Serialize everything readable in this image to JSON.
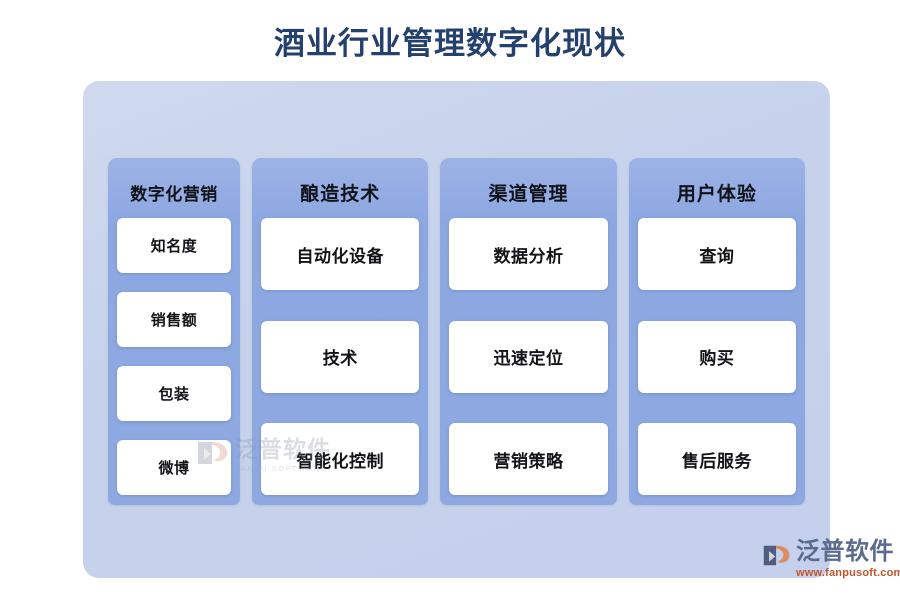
{
  "title": "酒业行业管理数字化现状",
  "colors": {
    "title_text": "#24406E",
    "outer_panel": "#C6D2EC",
    "column_panel": "#8FA9E0",
    "card_background": "#FFFFFF",
    "card_text": "#131417",
    "logo_text": "#5B6A8F",
    "logo_url": "#C0562E"
  },
  "columns": [
    {
      "header": "数字化营销",
      "items": [
        "知名度",
        "销售额",
        "包装",
        "微博"
      ]
    },
    {
      "header": "酿造技术",
      "items": [
        "自动化设备",
        "技术",
        "智能化控制"
      ]
    },
    {
      "header": "渠道管理",
      "items": [
        "数据分析",
        "迅速定位",
        "营销策略"
      ]
    },
    {
      "header": "用户体验",
      "items": [
        "查询",
        "购买",
        "售后服务"
      ]
    }
  ],
  "watermark_center": {
    "text": "泛普软件",
    "subtext": "FANPU SOFTWARE"
  },
  "logo": {
    "text": "泛普软件",
    "url": "www.fanpusoft.com"
  }
}
